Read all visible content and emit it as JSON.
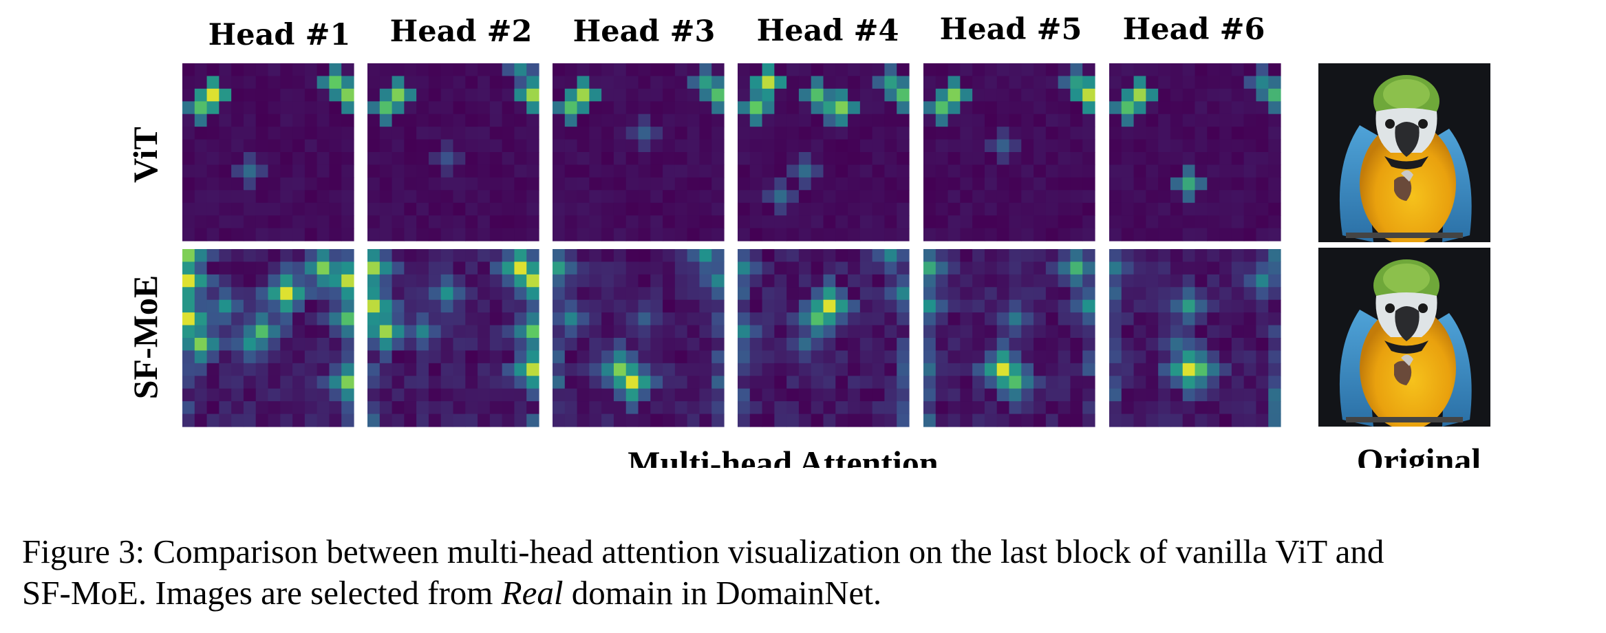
{
  "figure": {
    "head_labels": [
      "Head #1",
      "Head #2",
      "Head #3",
      "Head #4",
      "Head #5",
      "Head #6"
    ],
    "row_labels": [
      "ViT",
      "SF-MoE"
    ],
    "xlabel": "Multi-head Attention",
    "original_label": "Original",
    "colormap": [
      "#440154",
      "#3b528b",
      "#21918c",
      "#5ec962",
      "#fde725"
    ],
    "grid_size": 14,
    "hotspots": [
      [
        [
          [
            1,
            3,
            0.7
          ],
          [
            2,
            2,
            0.95
          ],
          [
            5,
            8,
            0.35
          ],
          [
            12,
            1,
            0.75
          ],
          [
            13,
            2,
            0.8
          ]
        ],
        [
          [
            1,
            3,
            0.7
          ],
          [
            2,
            2,
            0.8
          ],
          [
            12,
            0,
            0.45
          ],
          [
            13,
            2,
            0.85
          ],
          [
            6,
            7,
            0.25
          ]
        ],
        [
          [
            1,
            3,
            0.7
          ],
          [
            2,
            2,
            0.85
          ],
          [
            12,
            1,
            0.55
          ],
          [
            13,
            2,
            0.7
          ],
          [
            7,
            5,
            0.3
          ]
        ],
        [
          [
            1,
            3,
            0.75
          ],
          [
            2,
            1,
            0.9
          ],
          [
            6,
            2,
            0.7
          ],
          [
            7,
            3,
            0.55
          ],
          [
            8,
            3,
            0.8
          ],
          [
            12,
            1,
            0.55
          ],
          [
            13,
            2,
            0.7
          ],
          [
            5,
            8,
            0.35
          ],
          [
            3,
            10,
            0.35
          ]
        ],
        [
          [
            1,
            3,
            0.7
          ],
          [
            2,
            2,
            0.8
          ],
          [
            12,
            1,
            0.55
          ],
          [
            13,
            2,
            0.9
          ],
          [
            6,
            6,
            0.3
          ]
        ],
        [
          [
            1,
            3,
            0.7
          ],
          [
            2,
            2,
            0.85
          ],
          [
            12,
            1,
            0.45
          ],
          [
            13,
            2,
            0.65
          ],
          [
            6,
            9,
            0.6
          ]
        ]
      ],
      [
        [
          [
            0,
            0,
            0.8
          ],
          [
            0,
            2,
            0.95
          ],
          [
            0,
            5,
            0.95
          ],
          [
            1,
            7,
            0.8
          ],
          [
            8,
            3,
            0.95
          ],
          [
            6,
            6,
            0.7
          ],
          [
            11,
            1,
            0.8
          ],
          [
            13,
            2,
            0.9
          ],
          [
            13,
            5,
            0.7
          ],
          [
            13,
            10,
            0.8
          ],
          [
            5,
            7,
            0.5
          ],
          [
            3,
            4,
            0.5
          ]
        ],
        [
          [
            0,
            1,
            0.85
          ],
          [
            0,
            4,
            0.9
          ],
          [
            1,
            6,
            0.85
          ],
          [
            12,
            1,
            0.95
          ],
          [
            13,
            2,
            0.9
          ],
          [
            13,
            6,
            0.75
          ],
          [
            13,
            9,
            0.9
          ],
          [
            6,
            3,
            0.5
          ],
          [
            4,
            6,
            0.45
          ]
        ],
        [
          [
            0,
            1,
            0.55
          ],
          [
            1,
            5,
            0.45
          ],
          [
            5,
            9,
            0.8
          ],
          [
            6,
            10,
            0.95
          ],
          [
            12,
            0,
            0.5
          ],
          [
            13,
            2,
            0.45
          ],
          [
            7,
            5,
            0.3
          ]
        ],
        [
          [
            0,
            1,
            0.45
          ],
          [
            0,
            6,
            0.45
          ],
          [
            7,
            4,
            0.95
          ],
          [
            6,
            5,
            0.7
          ],
          [
            12,
            0,
            0.45
          ],
          [
            13,
            3,
            0.45
          ],
          [
            5,
            7,
            0.35
          ]
        ],
        [
          [
            0,
            1,
            0.6
          ],
          [
            0,
            4,
            0.5
          ],
          [
            6,
            9,
            0.95
          ],
          [
            7,
            10,
            0.7
          ],
          [
            12,
            1,
            0.65
          ],
          [
            13,
            4,
            0.5
          ],
          [
            7,
            5,
            0.4
          ]
        ],
        [
          [
            0,
            1,
            0.4
          ],
          [
            6,
            9,
            0.95
          ],
          [
            7,
            9,
            0.7
          ],
          [
            6,
            4,
            0.55
          ],
          [
            12,
            2,
            0.45
          ],
          [
            5,
            7,
            0.35
          ]
        ]
      ]
    ]
  },
  "caption": {
    "line1": "Figure 3: Comparison between multi-head attention visualization on the last block of vanilla ViT and",
    "line2_pre": "SF-MoE. Images are selected from ",
    "line2_em": "Real",
    "line2_post": " domain in DomainNet."
  }
}
